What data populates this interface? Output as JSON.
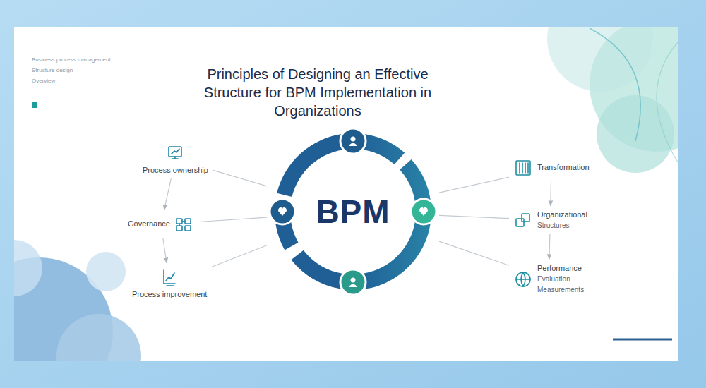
{
  "diagram": {
    "title": "Principles of Designing an Effective Structure for BPM Implementation in Organizations",
    "nodes": [
      {
        "text": [
          "BPM"
        ]
      },
      {
        "text": [
          "Process ownership"
        ]
      },
      {
        "text": [
          "Governance"
        ]
      },
      {
        "text": [
          "Process improvement"
        ]
      },
      {
        "text": [
          "Transformation"
        ]
      },
      {
        "text": [
          "Organizational",
          "Structures"
        ]
      },
      {
        "text": [
          "Performance",
          "Evaluation",
          "Measurements"
        ]
      }
    ],
    "edges": [
      {
        "from": 0,
        "to": 1,
        "arrow": "none"
      },
      {
        "from": 0,
        "to": 2,
        "arrow": "none"
      },
      {
        "from": 0,
        "to": 3,
        "arrow": "none"
      },
      {
        "from": 0,
        "to": 4,
        "arrow": "none"
      },
      {
        "from": 0,
        "to": 5,
        "arrow": "none"
      },
      {
        "from": 0,
        "to": 6,
        "arrow": "none"
      },
      {
        "from": 1,
        "to": 2,
        "arrow": "to"
      },
      {
        "from": 2,
        "to": 3,
        "arrow": "to"
      },
      {
        "from": 4,
        "to": 5,
        "arrow": "to"
      },
      {
        "from": 5,
        "to": 6,
        "arrow": "to"
      }
    ],
    "labels": [
      "Business process management",
      "Structure design",
      "Overview"
    ]
  }
}
